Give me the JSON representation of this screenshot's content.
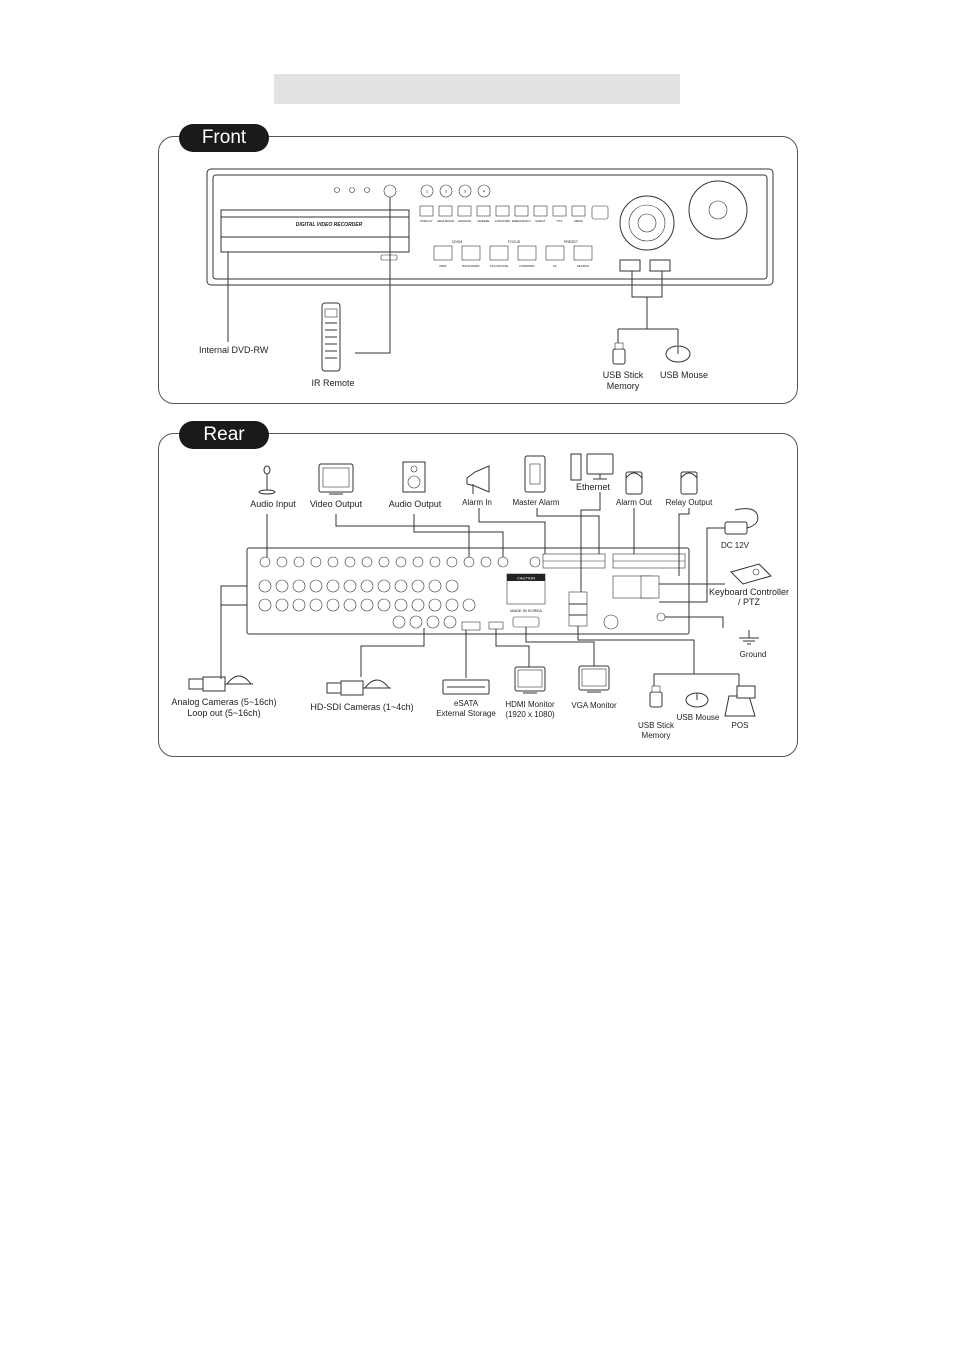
{
  "title_bar": "",
  "front": {
    "tag": "Front",
    "device_label": "DIGITAL VIDEO RECORDER",
    "channel_buttons": [
      "1",
      "2",
      "3",
      "4"
    ],
    "function_buttons": [
      "DISPLAY",
      "SEQUENCE",
      "ARCHIVE",
      "FREEZE",
      "AUDIO/IBG",
      "EMERGENCY",
      "EVENT",
      "PTZ",
      "MENU"
    ],
    "group_labels": [
      "ZOOM",
      "FOCUS",
      "PRESET"
    ],
    "playback_buttons": [
      "REW",
      "BACKWARD",
      "PLAY/PAUSE",
      "FORWARD",
      "FF",
      "SEARCH"
    ],
    "labels": {
      "dvd": "Internal DVD-RW",
      "ir": "IR Remote",
      "usb_stick_1": "USB Stick",
      "usb_stick_2": "Memory",
      "usb_mouse": "USB Mouse"
    }
  },
  "rear": {
    "tag": "Rear",
    "made_in": "MADE IN KOREA",
    "caution": "CAUTION",
    "labels": {
      "audio_input": "Audio Input",
      "video_output": "Video Output",
      "audio_output": "Audio Output",
      "alarm_in": "Alarm In",
      "master_alarm": "Master Alarm",
      "ethernet": "Ethernet",
      "alarm_out": "Alarm Out",
      "relay_output": "Relay Output",
      "dc12v": "DC 12V",
      "keyboard_1": "Keyboard Controller",
      "keyboard_2": "/ PTZ",
      "ground": "Ground",
      "analog_1": "Analog Cameras (5~16ch)",
      "analog_2": "Loop out (5~16ch)",
      "hdsdi": "HD-SDI Cameras (1~4ch)",
      "esata_1": "eSATA",
      "esata_2": "External Storage",
      "hdmi_1": "HDMI Monitor",
      "hdmi_2": "(1920 x 1080)",
      "vga": "VGA Monitor",
      "usb_stick_1": "USB Stick",
      "usb_stick_2": "Memory",
      "usb_mouse": "USB Mouse",
      "pos": "POS"
    }
  }
}
